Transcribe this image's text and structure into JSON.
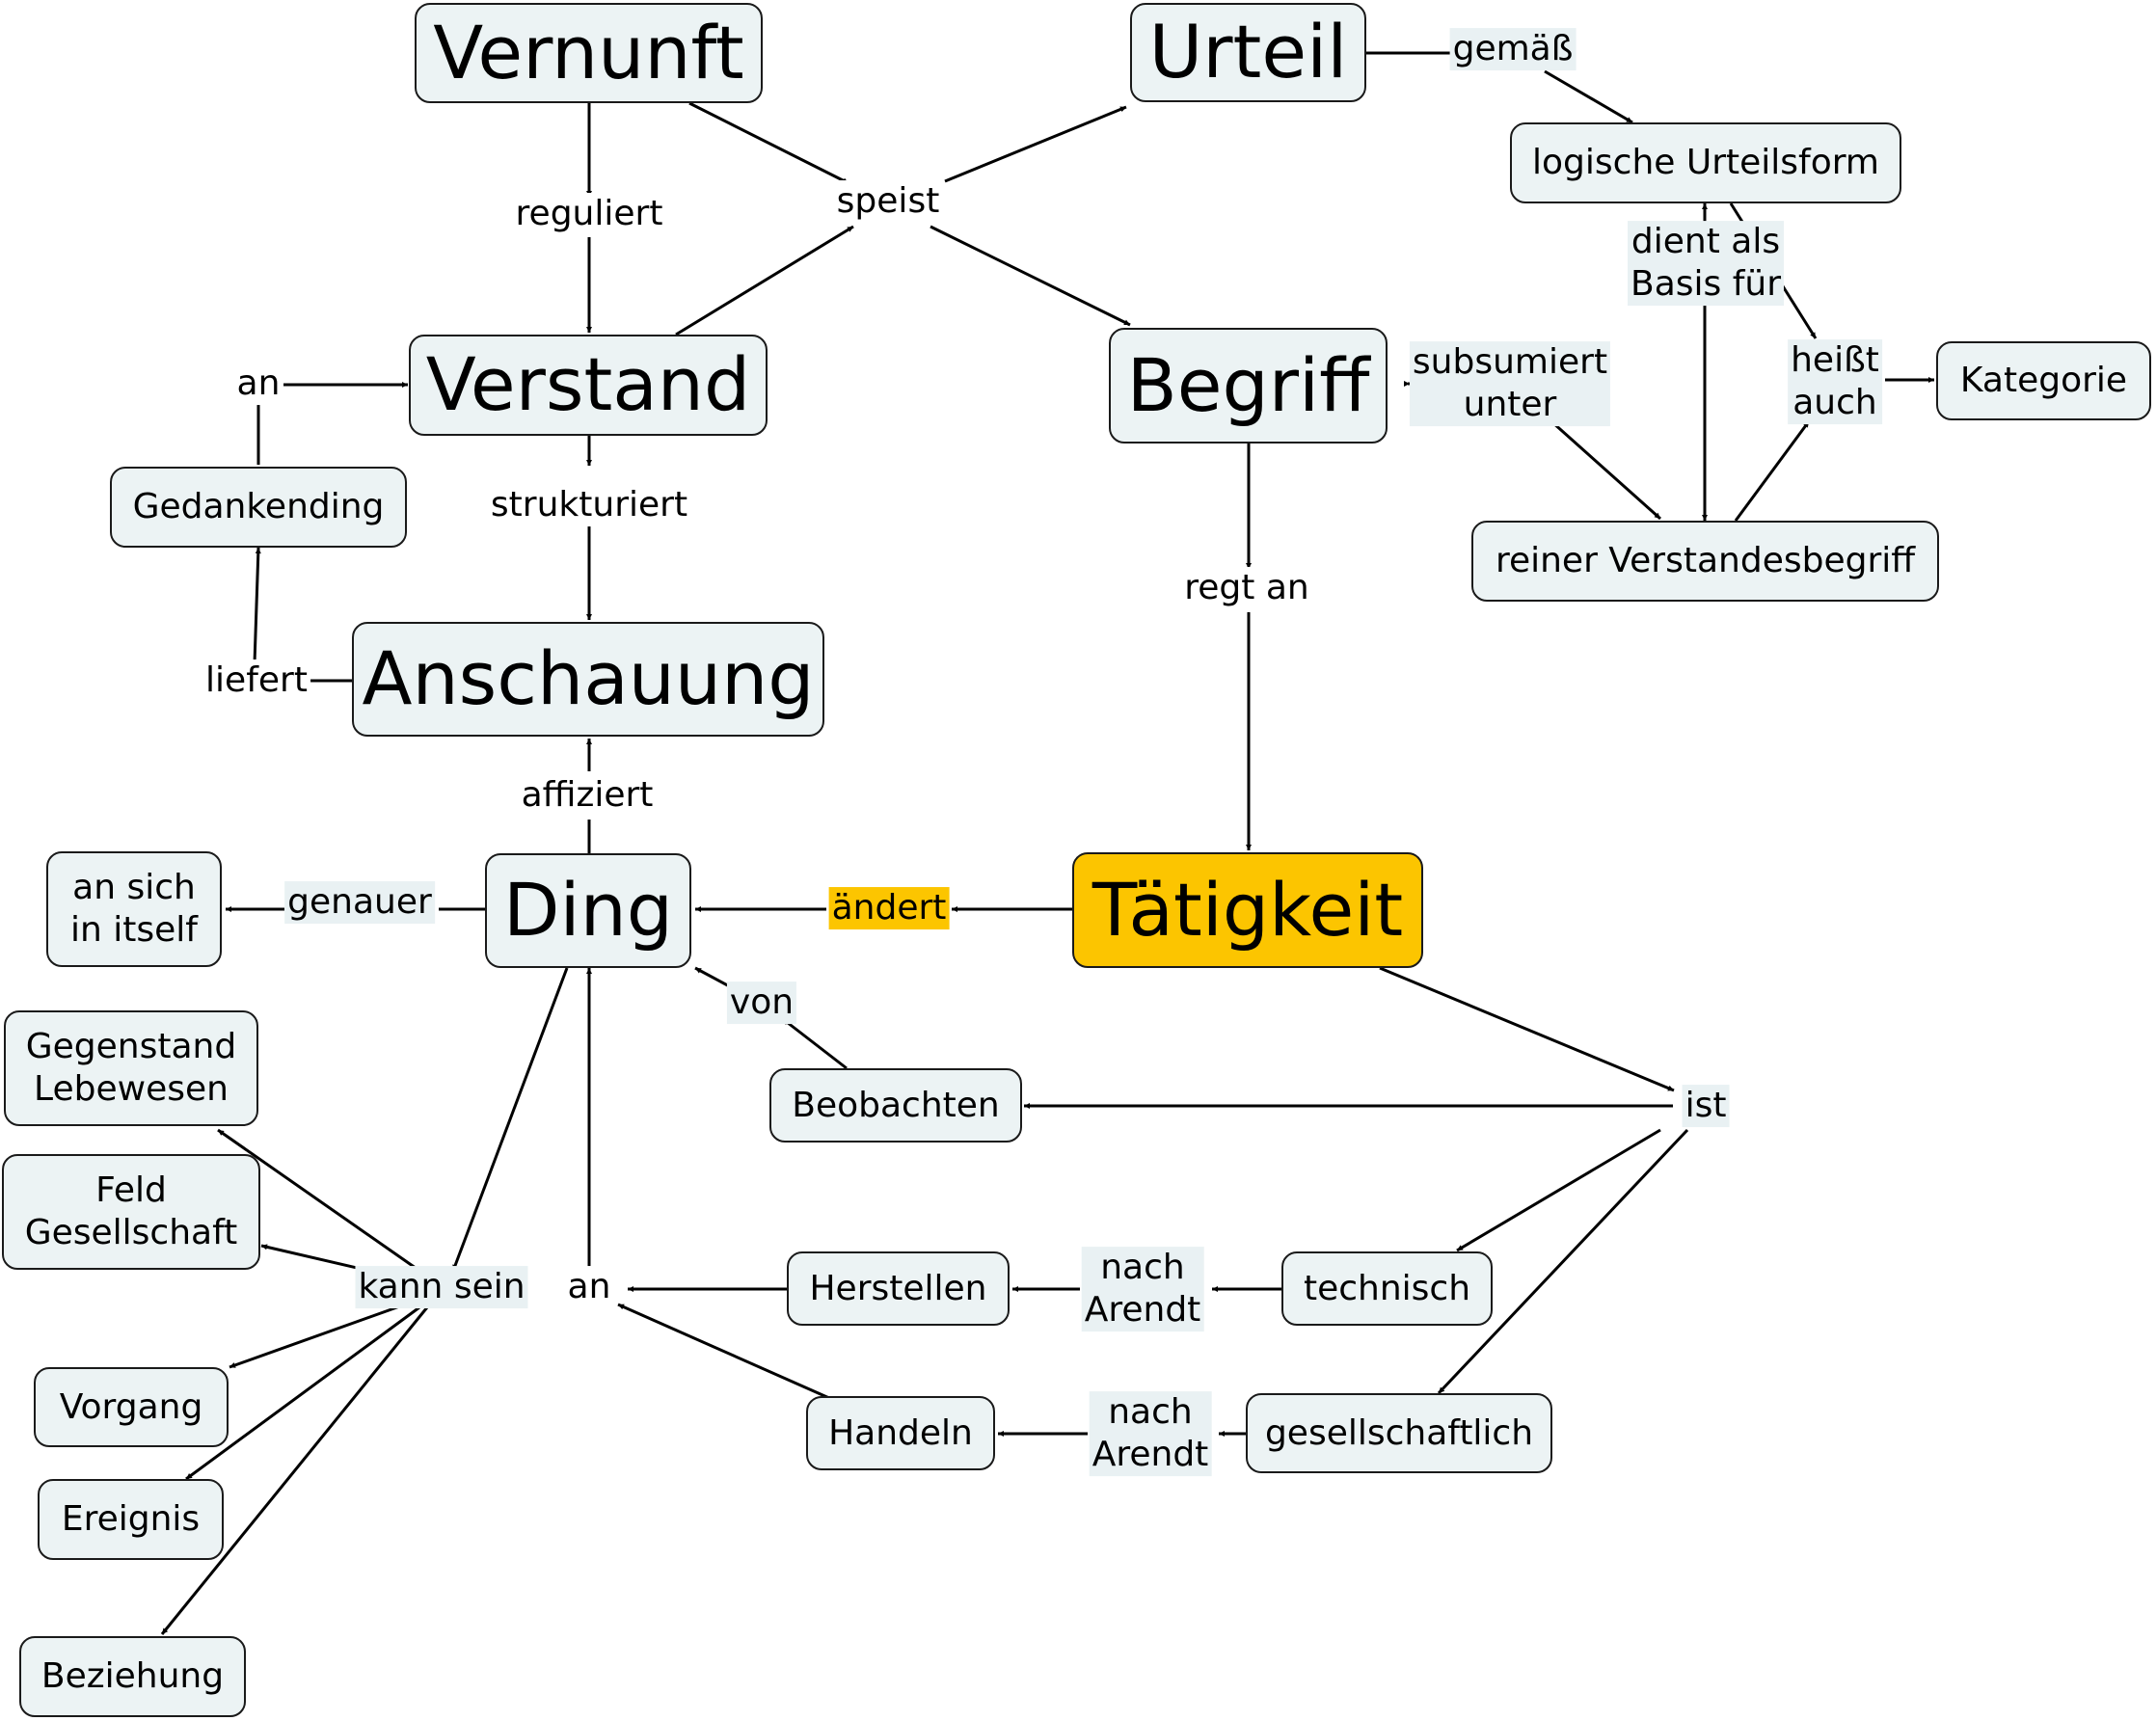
{
  "highlight_color": "#fcc500",
  "node_fill_color": "#ecf3f4",
  "nodes": {
    "vernunft": "Vernunft",
    "verstand": "Verstand",
    "anschauung": "Anschauung",
    "ding": "Ding",
    "urteil": "Urteil",
    "begriff": "Begriff",
    "taetigkeit": "Tätigkeit",
    "logische_urteilsform": "logische Urteilsform",
    "kategorie": "Kategorie",
    "reiner_verstandesbegriff": "reiner Verstandesbegriff",
    "gedankending": "Gedankending",
    "an_sich": "an sich\nin itself",
    "gegenstand": "Gegenstand\nLebewesen",
    "feld": "Feld\nGesellschaft",
    "vorgang": "Vorgang",
    "ereignis": "Ereignis",
    "beziehung": "Beziehung",
    "beobachten": "Beobachten",
    "herstellen": "Herstellen",
    "handeln": "Handeln",
    "technisch": "technisch",
    "gesellschaftlich": "gesellschaftlich"
  },
  "labels": {
    "reguliert": "reguliert",
    "speist": "speist",
    "gemaess": "gemäß",
    "an_verstand": "an",
    "strukturiert": "strukturiert",
    "liefert": "liefert",
    "affiziert": "affiziert",
    "dient_als": "dient als\nBasis für",
    "heisst_auch": "heißt\nauch",
    "subsumiert": "subsumiert\nunter",
    "regt_an": "regt an",
    "genauer": "genauer",
    "aendert": "ändert",
    "von": "von",
    "ist": "ist",
    "kann_sein": "kann sein",
    "an_ding": "an",
    "nach_arendt_1": "nach\nArendt",
    "nach_arendt_2": "nach\nArendt"
  }
}
